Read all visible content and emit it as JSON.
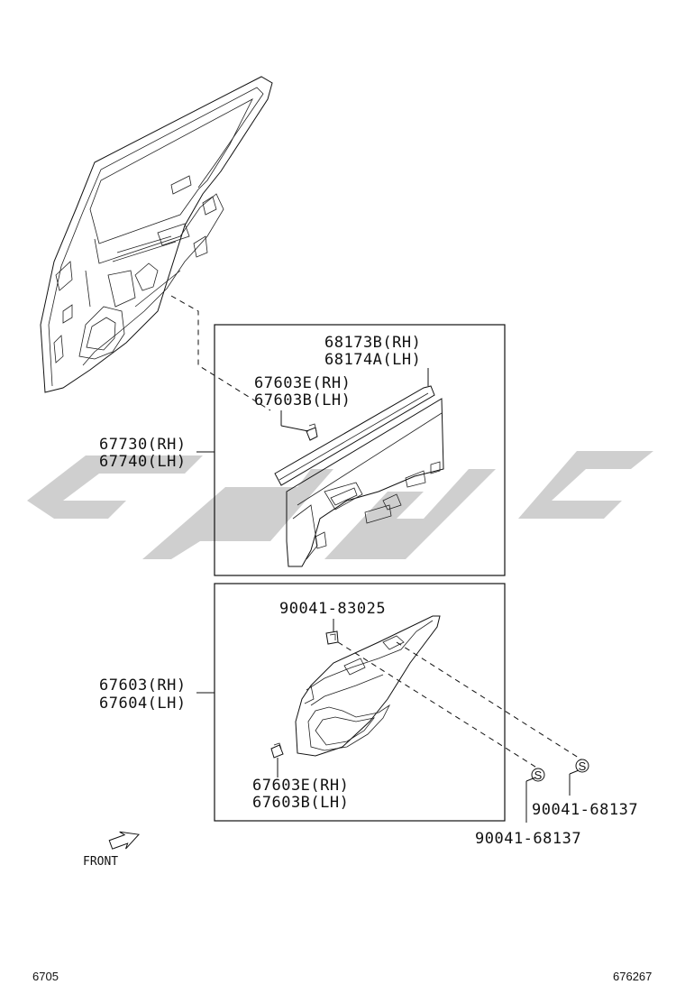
{
  "parts": {
    "garnish_rh": "68173B(RH)",
    "garnish_lh": "68174A(LH)",
    "clip_upper_rh": "67603E(RH)",
    "clip_upper_lh": "67603B(LH)",
    "panel_upper_rh": "67730(RH)",
    "panel_upper_lh": "67740(LH)",
    "clip_mid": "90041-83025",
    "trim_rh": "67603(RH)",
    "trim_lh": "67604(LH)",
    "clip_lower_rh": "67603E(RH)",
    "clip_lower_lh": "67603B(LH)",
    "screw_right": "90041-68137",
    "screw_bottom": "90041-68137",
    "screw_symbol_a": "S",
    "screw_symbol_b": "S"
  },
  "front_label": "FRONT",
  "footer": {
    "left_code": "6705",
    "right_code": "676267"
  },
  "colors": {
    "line": "#111111",
    "watermark": "#cfcfcf"
  }
}
